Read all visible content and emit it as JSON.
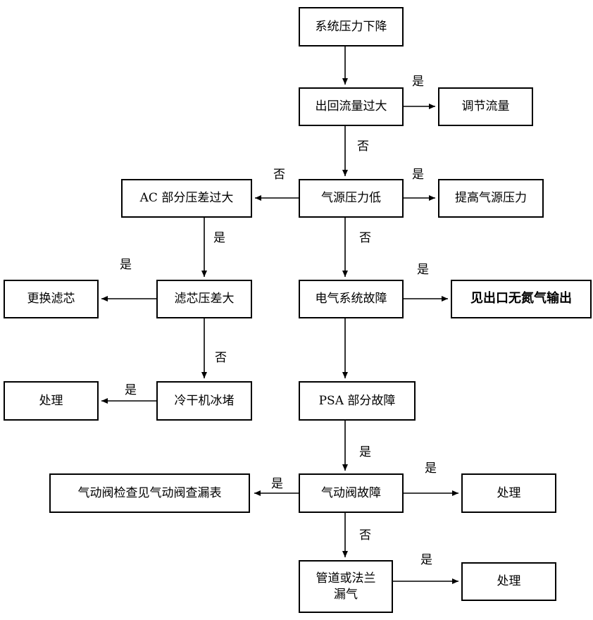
{
  "nodes": {
    "start": {
      "label": "系统压力下降"
    },
    "flow_high": {
      "label": "出回流量过大"
    },
    "adjust_flow": {
      "label": "调节流量"
    },
    "gas_low": {
      "label": "气源压力低"
    },
    "ac_diff": {
      "label": "AC 部分压差过大"
    },
    "raise_gas": {
      "label": "提高气源压力"
    },
    "replace_filter": {
      "label": "更换滤芯"
    },
    "filter_diff": {
      "label": "滤芯压差大"
    },
    "elec_fault": {
      "label": "电气系统故障"
    },
    "see_outlet": {
      "label": "见出口无氮气输出"
    },
    "handle_1": {
      "label": "处理"
    },
    "dryer_ice": {
      "label": "冷干机冰堵"
    },
    "psa_fault": {
      "label": "PSA 部分故障"
    },
    "valve_check": {
      "label": "气动阀检查见气动阀查漏表"
    },
    "valve_fault": {
      "label": "气动阀故障"
    },
    "handle_2": {
      "label": "处理"
    },
    "pipe_leak": {
      "label": "管道或法兰\n漏气"
    },
    "handle_3": {
      "label": "处理"
    }
  },
  "edge_labels": {
    "yes": "是",
    "no": "否"
  },
  "colors": {
    "line": "#000000",
    "background": "#ffffff"
  }
}
